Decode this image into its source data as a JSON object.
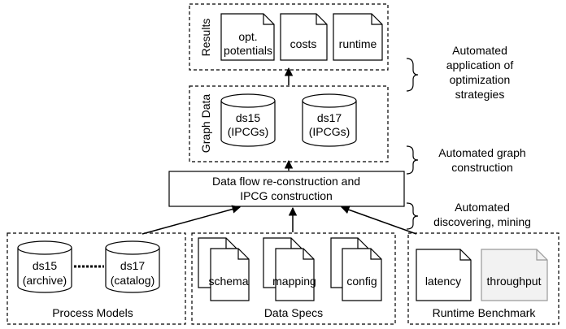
{
  "results": {
    "group_label": "Results",
    "docs": [
      {
        "lines": [
          "opt.",
          "potentials"
        ]
      },
      {
        "lines": [
          "costs"
        ]
      },
      {
        "lines": [
          "runtime"
        ]
      }
    ]
  },
  "graph_data": {
    "group_label": "Graph Data",
    "dbs": [
      {
        "lines": [
          "ds15",
          "(IPCGs)"
        ]
      },
      {
        "lines": [
          "ds17",
          "(IPCGs)"
        ]
      }
    ]
  },
  "construction": {
    "lines": [
      "Data flow re-construction and",
      "IPCG construction"
    ]
  },
  "process_models": {
    "label": "Process Models",
    "dbs": [
      {
        "lines": [
          "ds15",
          "(archive)"
        ]
      },
      {
        "lines": [
          "ds17",
          "(catalog)"
        ]
      }
    ]
  },
  "data_specs": {
    "label": "Data Specs",
    "docs": [
      {
        "label": "schema"
      },
      {
        "label": "mapping"
      },
      {
        "label": "config"
      }
    ]
  },
  "runtime_benchmark": {
    "label": "Runtime Benchmark",
    "docs": [
      {
        "label": "latency"
      },
      {
        "label": "throughput"
      }
    ]
  },
  "annotations": [
    {
      "lines": [
        "Automated",
        "application of",
        "optimization",
        "strategies"
      ]
    },
    {
      "lines": [
        "Automated graph",
        "construction"
      ]
    },
    {
      "lines": [
        "Automated",
        "discovering, mining"
      ]
    }
  ],
  "colors": {
    "stroke": "#000000",
    "background": "#ffffff",
    "muted_doc": "#f2f2f2"
  }
}
